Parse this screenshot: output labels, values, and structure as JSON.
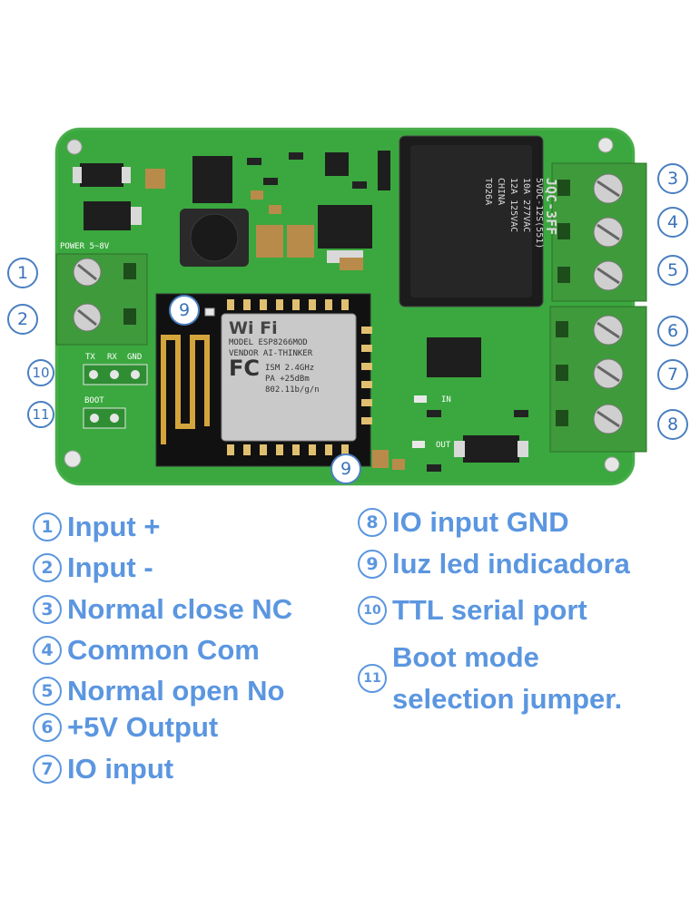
{
  "board_silkscreen": {
    "power": "POWER 5~8V",
    "tx": "TX",
    "rx": "RX",
    "gnd": "GND",
    "boot": "BOOT",
    "in": "IN",
    "out": "OUT"
  },
  "relay": {
    "brand": "JQC-3FF",
    "line1": "5VDC-12S(551)",
    "line2": "10A 277VAC",
    "line3": "12A 125VAC",
    "line4": "CHINA",
    "line5": "T026A"
  },
  "module": {
    "wifi": "Wi Fi",
    "model": "MODEL  ESP8266MOD",
    "vendor": "VENDOR AI-THINKER",
    "ism": "ISM 2.4GHz",
    "pa": "PA  +25dBm",
    "std": "802.11b/g/n",
    "fc": "FC"
  },
  "callouts": [
    "1",
    "2",
    "3",
    "4",
    "5",
    "6",
    "7",
    "8",
    "9",
    "9",
    "10",
    "11"
  ],
  "legend": [
    {
      "num": "1",
      "text": "Input +"
    },
    {
      "num": "2",
      "text": "Input -"
    },
    {
      "num": "3",
      "text": "Normal close NC"
    },
    {
      "num": "4",
      "text": "Common Com"
    },
    {
      "num": "5",
      "text": "Normal open No"
    },
    {
      "num": "6",
      "text": "+5V Output"
    },
    {
      "num": "7",
      "text": "IO input"
    },
    {
      "num": "8",
      "text": "IO input GND"
    },
    {
      "num": "9",
      "text": "luz led indicadora"
    },
    {
      "num": "10",
      "text": "TTL serial port"
    },
    {
      "num": "11",
      "line1": "Boot mode",
      "line2": "selection jumper."
    }
  ]
}
